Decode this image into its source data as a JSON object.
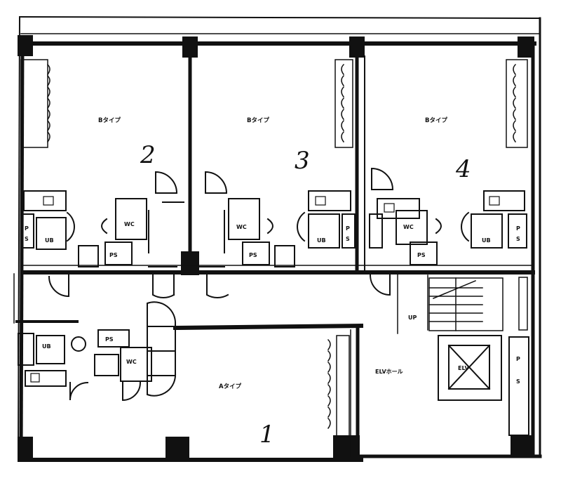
{
  "units": {
    "unit_1": {
      "type_label": "Aタイプ",
      "number": "1"
    },
    "unit_2": {
      "type_label": "Bタイプ",
      "number": "2"
    },
    "unit_3": {
      "type_label": "Bタイプ",
      "number": "3"
    },
    "unit_4": {
      "type_label": "Bタイプ",
      "number": "4"
    }
  },
  "rooms": {
    "wc": "WC",
    "ub": "UB",
    "ps": "PS",
    "ps_vertical": [
      "P",
      "S"
    ],
    "elv": "ELV",
    "elv_hall": "ELVホール",
    "stair_up": "UP"
  }
}
